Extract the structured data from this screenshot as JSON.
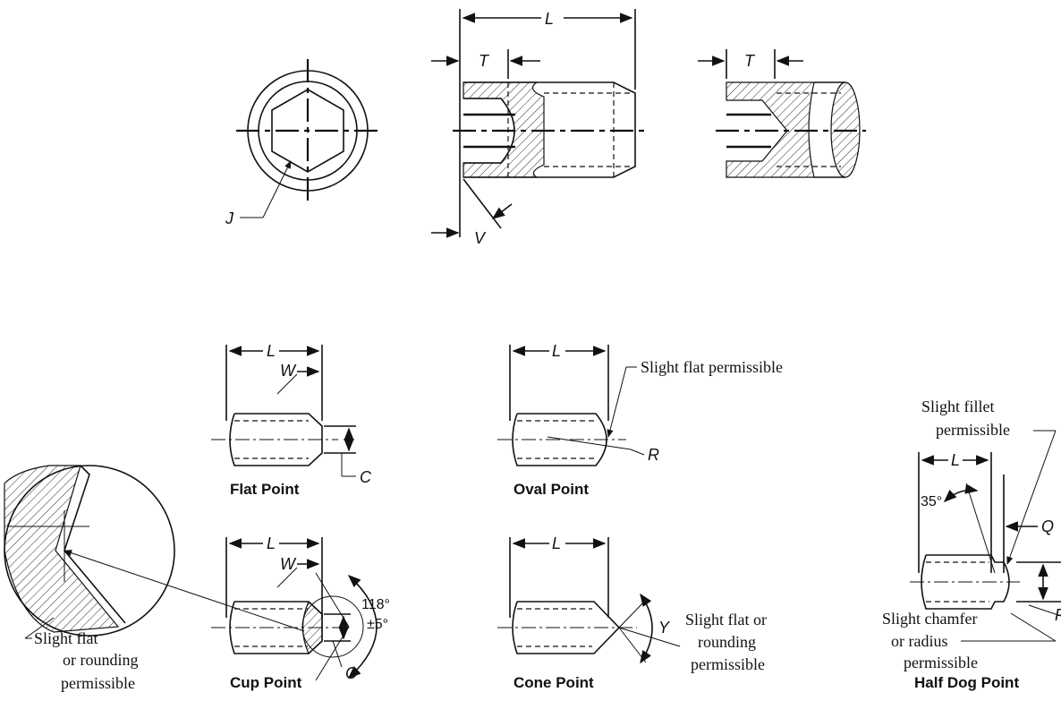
{
  "labels": {
    "length": "L",
    "socket_depth": "T",
    "socket_size": "J",
    "chamfer": "V",
    "point_width": "W",
    "point_dia": "C",
    "radius": "R",
    "cone_angle": "Y",
    "dog_length": "Q",
    "dog_dia": "P"
  },
  "captions": {
    "flat": "Flat Point",
    "oval": "Oval Point",
    "cup": "Cup Point",
    "cone": "Cone Point",
    "half_dog": "Half Dog Point"
  },
  "notes": {
    "oval_flat": "Slight flat permissible",
    "cone_flat_1": "Slight flat or",
    "cone_flat_2": "rounding",
    "cone_flat_3": "permissible",
    "detail_1": "Slight flat",
    "detail_2": "or rounding",
    "detail_3": "permissible",
    "fillet_1": "Slight fillet",
    "fillet_2": "permissible",
    "chamfer_1": "Slight chamfer",
    "chamfer_2": "or radius",
    "chamfer_3": "permissible"
  },
  "angles": {
    "cup_angle": "118°",
    "cup_tol": "±5°",
    "dog_angle": "35°"
  }
}
